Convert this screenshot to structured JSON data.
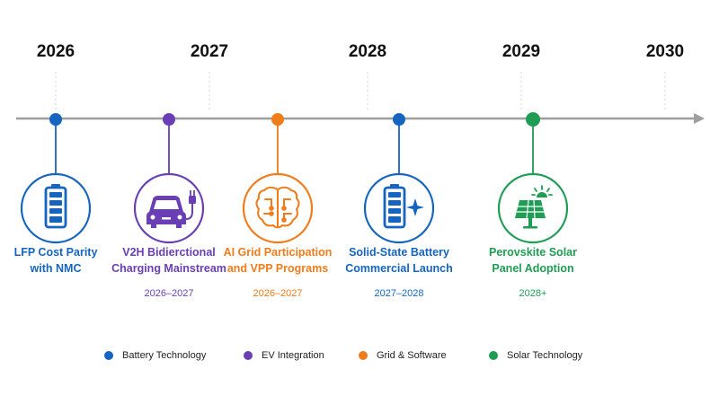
{
  "years": [
    "2026",
    "2027",
    "2028",
    "2029",
    "2030"
  ],
  "colors": {
    "battery": "#1565c0",
    "ev": "#6a3fb5",
    "grid": "#f07c1a",
    "solar": "#1f9d55",
    "axis": "#9e9e9e"
  },
  "milestones": [
    {
      "title_line1": "LFP Cost Parity",
      "title_line2": "with NMC",
      "period": "",
      "category": "battery",
      "icon": "battery-icon"
    },
    {
      "title_line1": "V2H Bidierctional",
      "title_line2": "Charging Mainstream",
      "period": "2026–2027",
      "category": "ev",
      "icon": "car-charging-icon"
    },
    {
      "title_line1": "AI Grid Participation",
      "title_line2": "and VPP Programs",
      "period": "2026–2027",
      "category": "grid",
      "icon": "brain-circuit-icon"
    },
    {
      "title_line1": "Solid-State Battery",
      "title_line2": "Commercial Launch",
      "period": "2027–2028",
      "category": "battery",
      "icon": "battery-sparkle-icon"
    },
    {
      "title_line1": "Perovskite Solar",
      "title_line2": "Panel Adoption",
      "period": "2028+",
      "category": "solar",
      "icon": "solar-panel-icon"
    }
  ],
  "legend": [
    {
      "label": "Battery Technology",
      "category": "battery"
    },
    {
      "label": "EV Integration",
      "category": "ev"
    },
    {
      "label": "Grid & Software",
      "category": "grid"
    },
    {
      "label": "Solar Technology",
      "category": "solar"
    }
  ]
}
